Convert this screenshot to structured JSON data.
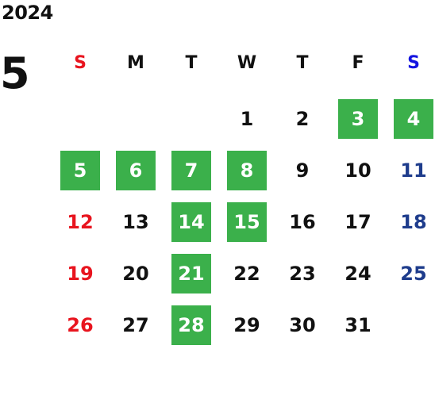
{
  "calendar": {
    "year": "2024",
    "month": "5",
    "weekdays": [
      {
        "label": "S",
        "color": "#e8141e"
      },
      {
        "label": "M",
        "color": "#111111"
      },
      {
        "label": "T",
        "color": "#111111"
      },
      {
        "label": "W",
        "color": "#111111"
      },
      {
        "label": "T",
        "color": "#111111"
      },
      {
        "label": "F",
        "color": "#111111"
      },
      {
        "label": "S",
        "color": "#1414e0"
      }
    ],
    "first_weekday": 3,
    "days_in_month": 31,
    "highlight_color": "#3bb04b",
    "sunday_date_color": "#e8141e",
    "saturday_date_color": "#1e3c8c",
    "highlighted_days": [
      3,
      4,
      5,
      6,
      7,
      8,
      14,
      15,
      21,
      28
    ]
  }
}
